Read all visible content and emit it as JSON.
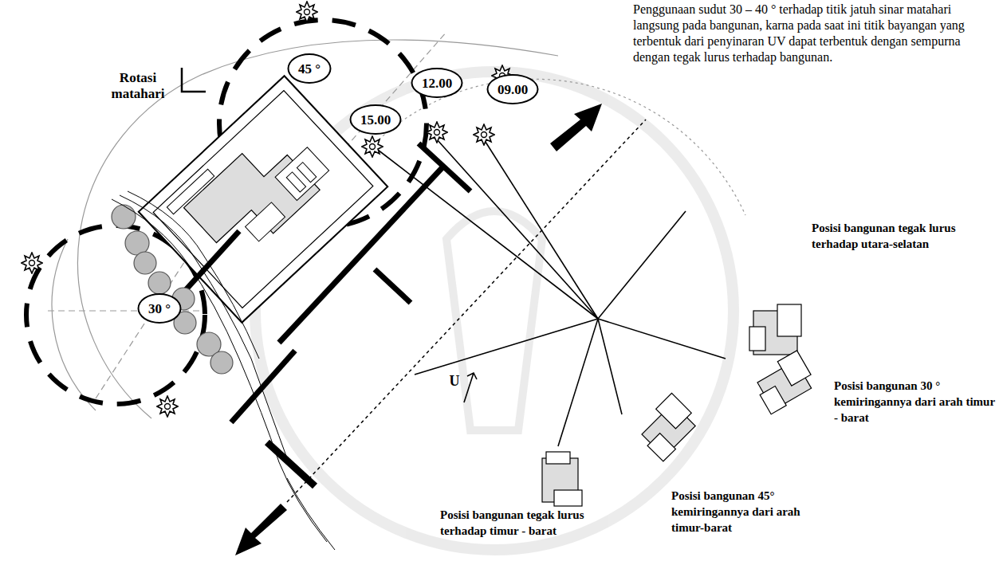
{
  "diagram": {
    "nodes": [
      {
        "text": [
          "45 °"
        ]
      },
      {
        "text": [
          "12.00"
        ]
      },
      {
        "text": [
          "09.00"
        ]
      },
      {
        "text": [
          "15.00"
        ]
      },
      {
        "text": [
          "30 °"
        ]
      }
    ],
    "labels": [
      "Penggunaan sudut 30 – 40 ° terhadap titik jatuh sinar matahari langsung pada bangunan, karna pada saat ini titik bayangan yang terbentuk dari penyinaran UV dapat terbentuk dengan sempurna dengan tegak lurus terhadap bangunan.",
      "Rotasi matahari",
      "U",
      "Posisi bangunan tegak lurus terhadap utara-selatan",
      "Posisi bangunan 30 ° kemiringannya dari arah timur - barat",
      "Posisi bangunan 45° kemiringannya dari arah timur-barat",
      "Posisi bangunan tegak lurus terhadap timur - barat"
    ]
  }
}
